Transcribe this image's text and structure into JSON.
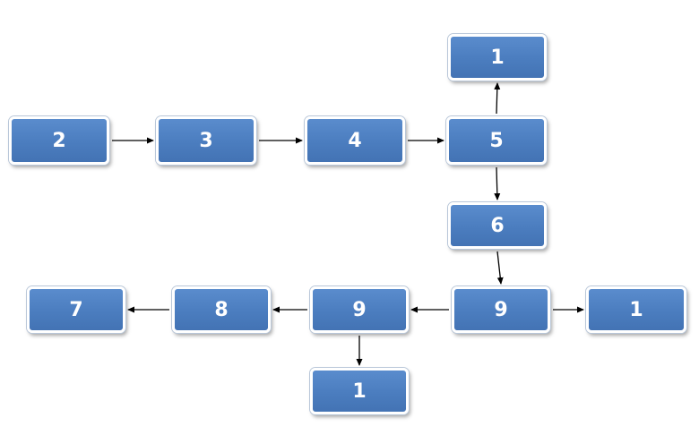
{
  "diagram": {
    "nodes": [
      {
        "id": "n1-top",
        "label": "1"
      },
      {
        "id": "n2",
        "label": "2"
      },
      {
        "id": "n3",
        "label": "3"
      },
      {
        "id": "n4",
        "label": "4"
      },
      {
        "id": "n5",
        "label": "5"
      },
      {
        "id": "n6",
        "label": "6"
      },
      {
        "id": "n9-right",
        "label": "9"
      },
      {
        "id": "n1-right",
        "label": "1"
      },
      {
        "id": "n9-left",
        "label": "9"
      },
      {
        "id": "n8",
        "label": "8"
      },
      {
        "id": "n7",
        "label": "7"
      },
      {
        "id": "n1-bottom",
        "label": "1"
      }
    ],
    "edges": [
      {
        "from": "n2",
        "to": "n3"
      },
      {
        "from": "n3",
        "to": "n4"
      },
      {
        "from": "n4",
        "to": "n5"
      },
      {
        "from": "n5",
        "to": "n1-top"
      },
      {
        "from": "n5",
        "to": "n6"
      },
      {
        "from": "n6",
        "to": "n9-right"
      },
      {
        "from": "n9-right",
        "to": "n1-right"
      },
      {
        "from": "n9-right",
        "to": "n9-left"
      },
      {
        "from": "n9-left",
        "to": "n8"
      },
      {
        "from": "n8",
        "to": "n7"
      },
      {
        "from": "n9-left",
        "to": "n1-bottom"
      }
    ],
    "colors": {
      "node_fill": "#4b7dbf",
      "node_border": "#ffffff",
      "node_text": "#ffffff",
      "edge": "#000000"
    }
  }
}
